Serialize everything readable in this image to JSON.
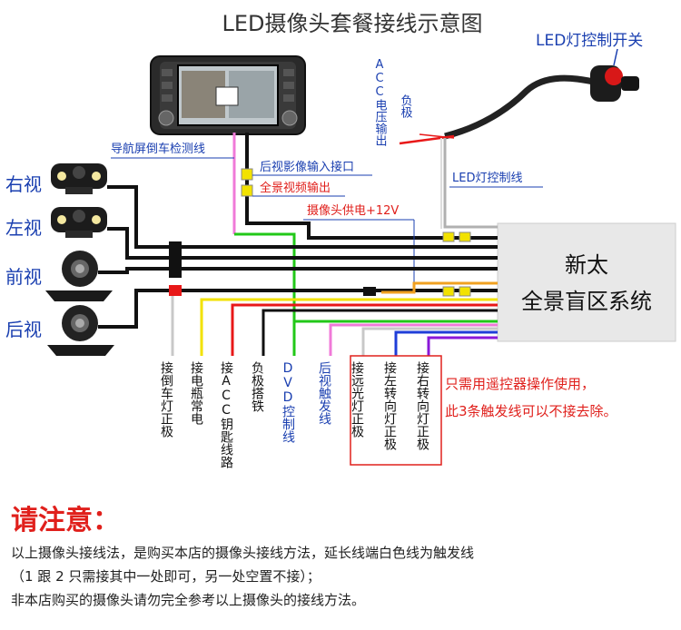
{
  "title": "LED摄像头套餐接线示意图",
  "led_switch_label": "LED灯控制开关",
  "acc_label": "ACC电压输出",
  "negative_label": "负极",
  "led_control_line_label": "LED灯控制线",
  "nav_reverse_label": "导航屏倒车检测线",
  "rear_input_label": "后视影像输入接口",
  "panorama_output_label": "全景视频输出",
  "camera_power_label": "摄像头供电+12V",
  "system_name_line1": "新太",
  "system_name_line2": "全景盲区系统",
  "cameras": {
    "right": "右视",
    "left": "左视",
    "front": "前视",
    "rear": "后视"
  },
  "bottom_labels": {
    "reverse_light": "接倒车灯正极",
    "electric_bottle": "接电瓶常电",
    "acc_key": "接ACC钥匙线路",
    "ground": "负极搭铁",
    "dvd_control": "DVD控制线",
    "rear_trigger": "后视触发线",
    "high_beam": "接远光灯正极",
    "left_turn": "接左转向灯正极",
    "right_turn": "接右转向灯正极"
  },
  "remote_note_line1": "只需用遥控器操作使用，",
  "remote_note_line2": "此3条触发线可以不接去除。",
  "notice": {
    "heading": "请注意：",
    "line1": "以上摄像头接线法，是购买本店的摄像头接线方法，延长线端白色线为触发线",
    "line2": "（1 跟 2 只需接其中一处即可，另一处空置不接）；",
    "line3": "非本店购买的摄像头请勿完全参考以上摄像头的接线方法。"
  },
  "colors": {
    "blue_text": "#1a3fb0",
    "red_text": "#e0201c",
    "yellow_wire": "#f2e200",
    "green_wire": "#22c818",
    "red_wire": "#e81818",
    "purple_wire": "#8a18d8",
    "blue_wire": "#1f3ed8",
    "pink_wire": "#f07ad8",
    "orange_wire": "#f0a020",
    "system_box": "#e8e8e8"
  }
}
